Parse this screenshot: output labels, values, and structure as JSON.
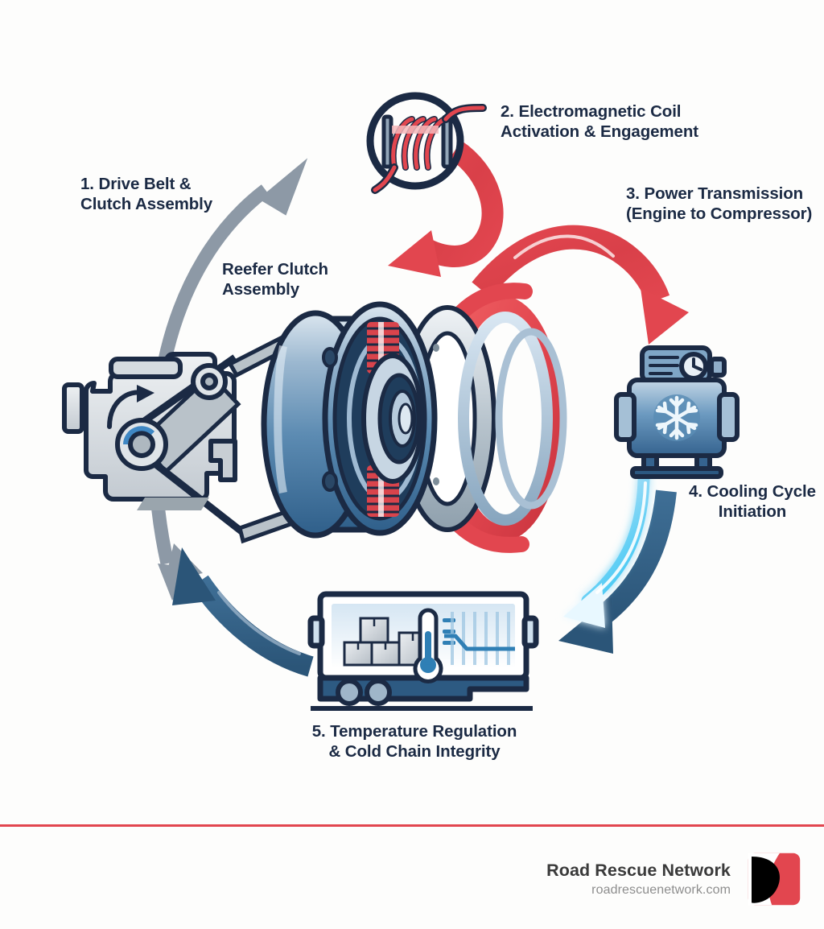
{
  "diagram": {
    "title_labels": {
      "step1": "1. Drive Belt &\nClutch Assembly",
      "step2": "2. Electromagnetic Coil\nActivation & Engagement",
      "step3": "3. Power Transmission\n(Engine to Compressor)",
      "step4": "4. Cooling Cycle\nInitiation",
      "step5": "5. Temperature Regulation\n& Cold Chain Integrity",
      "center": "Reefer Clutch\nAssembly"
    },
    "icons": {
      "engine": "engine-with-drive-belt-icon",
      "coil": "electromagnetic-coil-icon",
      "compressor": "refrigeration-compressor-icon",
      "snowflake": "snowflake-icon",
      "trailer": "refrigerated-trailer-icon",
      "thermometer": "thermometer-icon",
      "clutch": "reefer-clutch-assembly-illustration"
    },
    "arrows": {
      "gray_arc": "gray-cycle-arrow-engine-to-coil",
      "red_down": "red-arrow-coil-to-clutch",
      "red_arc": "red-arrow-clutch-to-compressor",
      "cyan_glow": "cyan-glow-arrow-cooling",
      "navy_down": "navy-arrow-compressor-to-trailer",
      "navy_up": "navy-arrow-trailer-to-engine"
    },
    "colors": {
      "navy": "#1b2a44",
      "red": "#e2464f",
      "gray": "#8d99a6",
      "steel_blue": "#2e618f",
      "cyan": "#35c6f4",
      "background": "#fdfdfc"
    }
  },
  "footer": {
    "brand_name": "Road Rescue Network",
    "url": "roadrescuenetwork.com",
    "logo": "road-rescue-network-logo"
  }
}
